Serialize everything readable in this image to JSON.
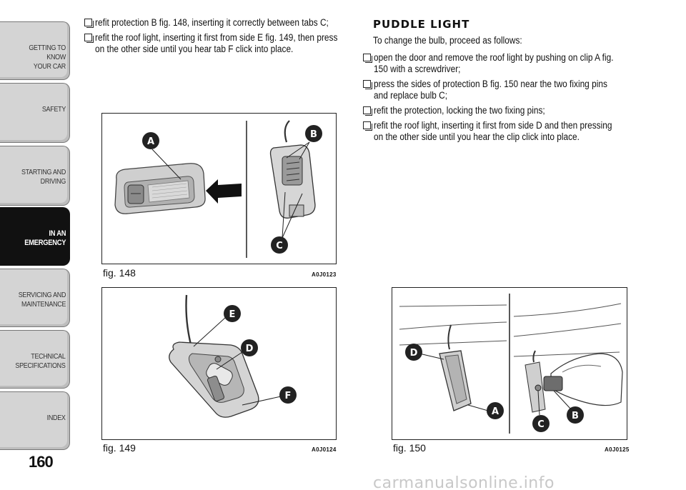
{
  "sidebar": {
    "tabs": [
      {
        "label": "GETTING TO KNOW\nYOUR CAR",
        "active": false
      },
      {
        "label": "SAFETY",
        "active": false
      },
      {
        "label": "STARTING AND\nDRIVING",
        "active": false
      },
      {
        "label": "IN AN\nEMERGENCY",
        "active": true
      },
      {
        "label": "SERVICING AND\nMAINTENANCE",
        "active": false
      },
      {
        "label": "TECHNICAL\nSPECIFICATIONS",
        "active": false
      },
      {
        "label": "INDEX",
        "active": false
      }
    ]
  },
  "page_number": "160",
  "left_column": {
    "items": [
      "refit protection B fig. 148, inserting it correctly between tabs C;",
      "refit the roof light, inserting it first from side E fig. 149, then press on the other side until you hear tab F click into place."
    ]
  },
  "right_column": {
    "heading": "PUDDLE LIGHT",
    "intro": "To change the bulb, proceed as follows:",
    "items": [
      "open the door and remove the roof light by pushing on clip A fig. 150 with a screwdriver;",
      "press the sides of protection B fig. 150 near the two fixing pins and replace bulb C;",
      "refit the protection, locking the two fixing pins;",
      "refit the roof light, inserting it first from side D and then pressing on the other side until you hear the clip click into place."
    ]
  },
  "figures": {
    "fig148": {
      "caption": "fig. 148",
      "code": "A0J0123",
      "callouts": [
        "A",
        "B",
        "C"
      ]
    },
    "fig149": {
      "caption": "fig. 149",
      "code": "A0J0124",
      "callouts": [
        "E",
        "D",
        "F"
      ]
    },
    "fig150": {
      "caption": "fig. 150",
      "code": "A0J0125",
      "callouts": [
        "D",
        "A",
        "C",
        "B"
      ]
    }
  },
  "watermark": "carmanualsonline.info"
}
